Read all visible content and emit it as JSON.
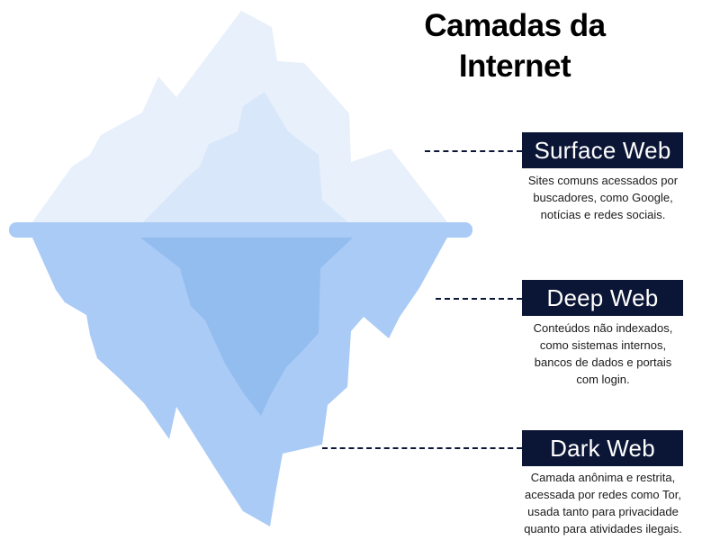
{
  "title": {
    "line1": "Camadas da",
    "line2": "Internet"
  },
  "layers": [
    {
      "label": "Surface Web",
      "description": [
        "Sites comuns acessados por",
        "buscadores, como Google,",
        "notícias e redes sociais."
      ]
    },
    {
      "label": "Deep Web",
      "description": [
        "Conteúdos não indexados,",
        "como sistemas internos,",
        "bancos de dados e portais",
        "com login."
      ]
    },
    {
      "label": "Dark Web",
      "description": [
        "Camada anônima e restrita,",
        "acessada por redes como Tor,",
        "usada tanto para privacidade",
        "quanto para atividades ilegais."
      ]
    }
  ],
  "colors": {
    "label_background": "#0b1535",
    "label_text": "#ffffff",
    "ice_above_light": "#e8f0fb",
    "ice_above_mid": "#d9e7fa",
    "water_line": "#a9cbf6",
    "ice_below": "#a9cbf6",
    "ice_below_core": "#93bcef"
  }
}
